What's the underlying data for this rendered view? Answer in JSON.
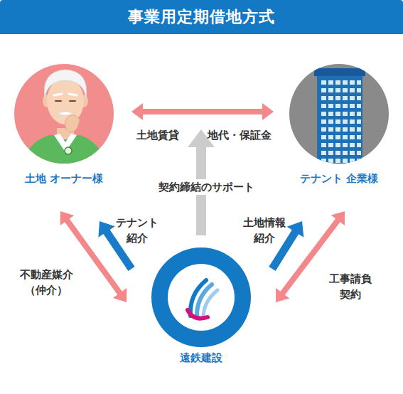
{
  "diagram": {
    "title": "事業用定期借地方式",
    "nodes": [
      {
        "text": [
          "土地 オーナー様"
        ]
      },
      {
        "text": [
          "テナント 企業様"
        ]
      },
      {
        "text": [
          "遠鉄建設"
        ]
      }
    ],
    "edges": [
      {
        "from": 0,
        "to": 1,
        "arrow": "both",
        "label": "土地賃貸"
      },
      {
        "from": 2,
        "to": 0,
        "arrow": "both",
        "label": "不動産媒介（仲介）"
      },
      {
        "from": 2,
        "to": 0,
        "arrow": "to",
        "label": "テナント 紹介"
      },
      {
        "from": 2,
        "to": 1,
        "arrow": "to",
        "label": "土地情報 紹介"
      },
      {
        "from": 2,
        "to": 1,
        "arrow": "both",
        "label": "工事請負 契約"
      }
    ],
    "labels": [
      "地代・保証金",
      "契約締結のサポート"
    ]
  }
}
